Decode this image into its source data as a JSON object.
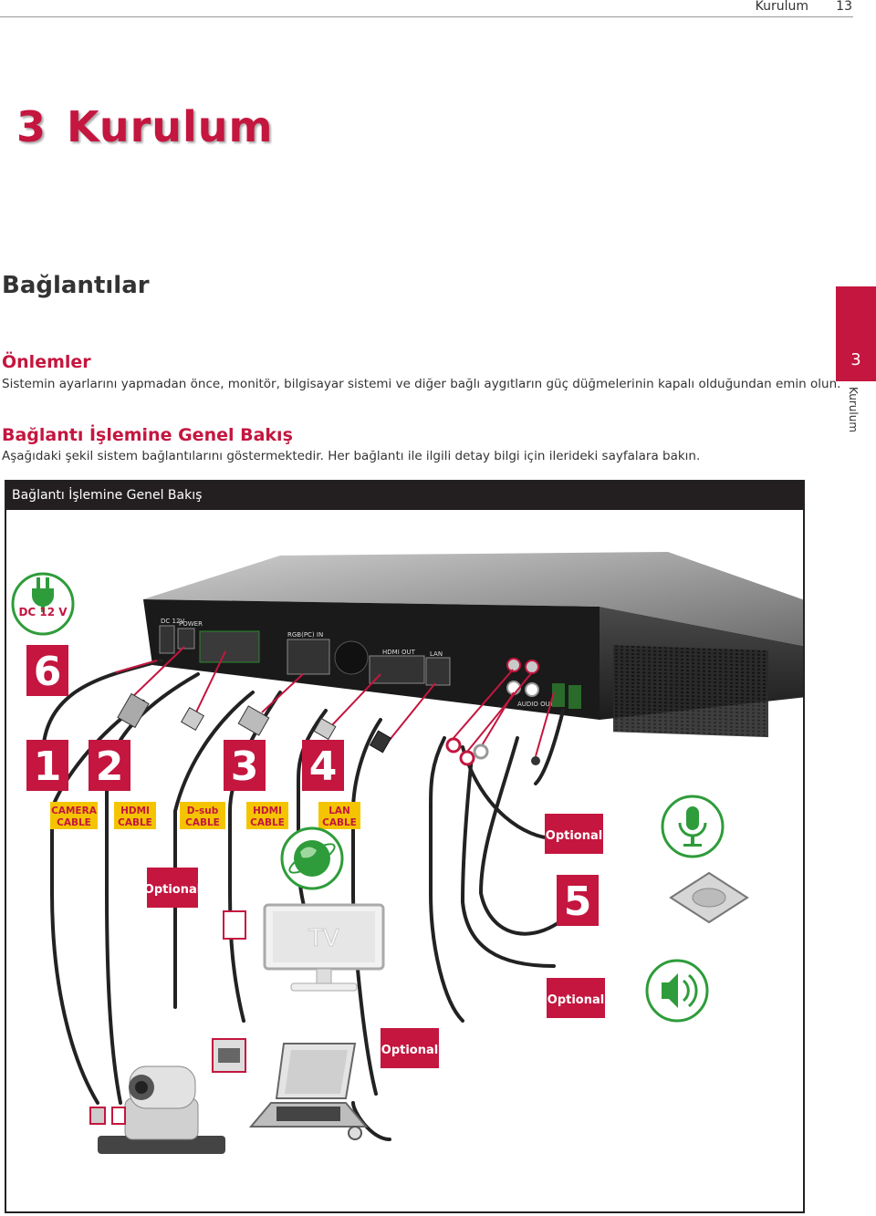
{
  "header": {
    "section": "Kurulum",
    "page": "13"
  },
  "chapter": {
    "number": "3",
    "title": "Kurulum"
  },
  "side_tab": {
    "number": "3",
    "label": "Kurulum"
  },
  "sections": {
    "title": "Bağlantılar",
    "precautions_title": "Önlemler",
    "precautions_text": "Sistemin ayarlarını yapmadan önce, monitör, bilgisayar sistemi ve diğer bağlı aygıtların güç düğmelerinin kapalı olduğundan emin olun.",
    "overview_title": "Bağlantı İşlemine Genel Bakış",
    "overview_text": "Aşağıdaki şekil sistem bağlantılarını göstermektedir. Her bağlantı ile ilgili detay bilgi için ilerideki sayfalara bakın."
  },
  "figure": {
    "caption": "Bağlantı İşlemine Genel Bakış",
    "power_label": "DC 12 V",
    "device_port_labels": {
      "dc": "DC 12V",
      "power": "POWER",
      "rgb": "RGB(PC) IN",
      "hdmi_out": "HDMI OUT",
      "lan": "LAN",
      "audio_out": "AUDIO OUT"
    },
    "step_numbers": [
      "1",
      "2",
      "3",
      "4",
      "5",
      "6"
    ],
    "cables": [
      {
        "line1": "CAMERA",
        "line2": "CABLE"
      },
      {
        "line1": "HDMI",
        "line2": "CABLE"
      },
      {
        "line1": "D-sub",
        "line2": "CABLE"
      },
      {
        "line1": "HDMI",
        "line2": "CABLE"
      },
      {
        "line1": "LAN",
        "line2": "CABLE"
      }
    ],
    "optional_label": "Optional",
    "tv_label": "TV",
    "colors": {
      "accent": "#c4163f",
      "cable_label_bg": "#f5c400",
      "icon_green": "#2e9c3a"
    }
  }
}
